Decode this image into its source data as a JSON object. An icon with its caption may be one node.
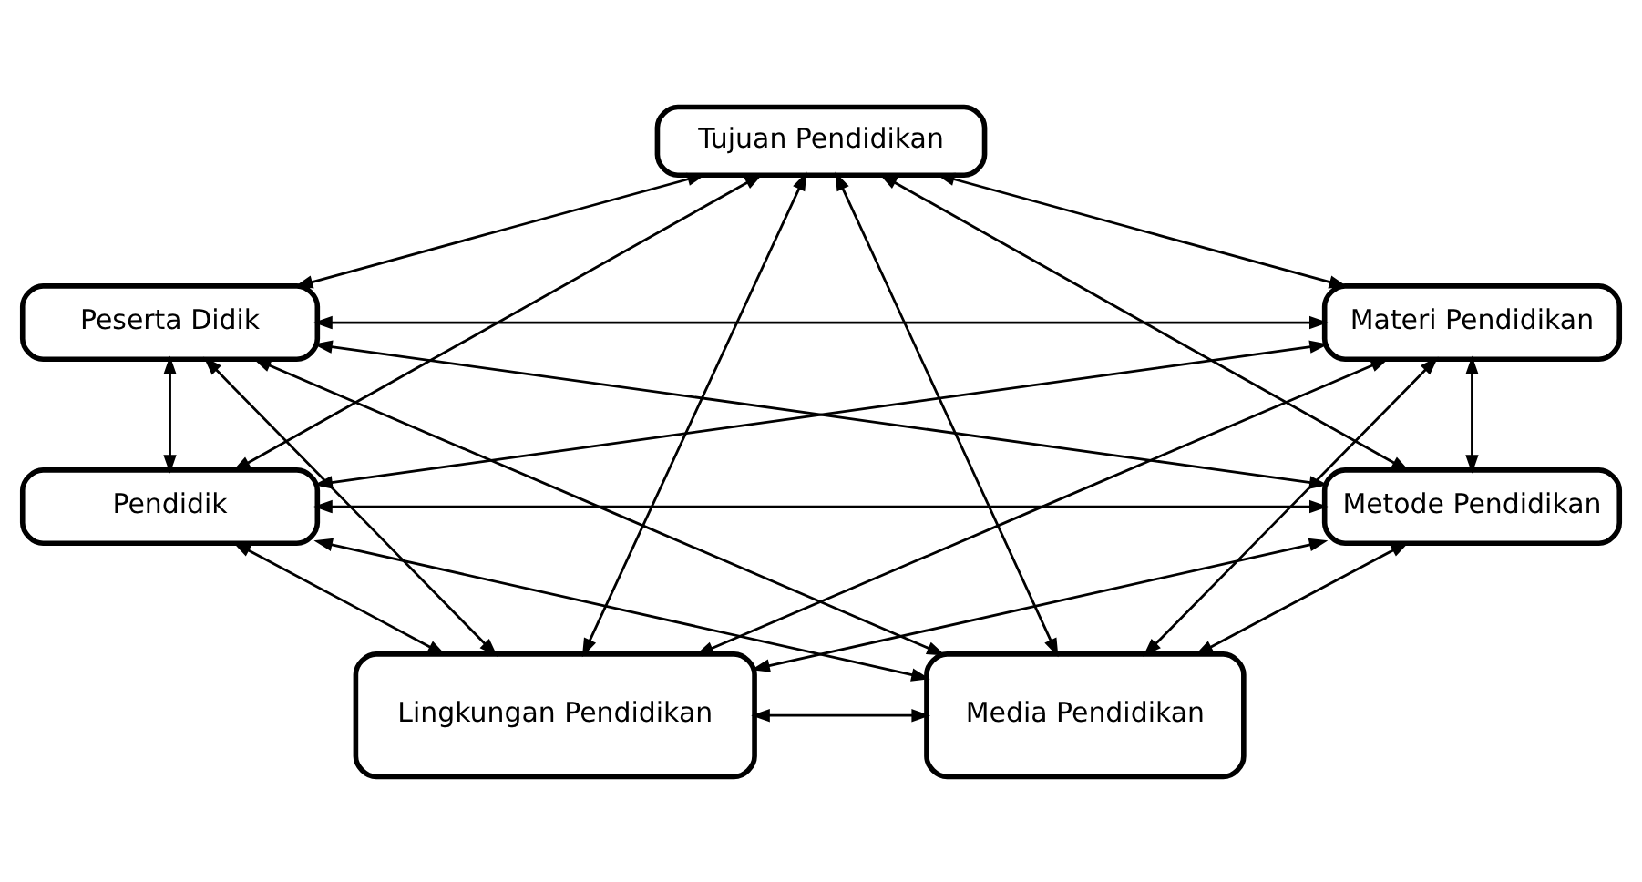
{
  "diagram": {
    "nodes": [
      {
        "text": [
          "Tujuan Pendidikan"
        ]
      },
      {
        "text": [
          "Peserta Didik"
        ]
      },
      {
        "text": [
          "Materi Pendidikan"
        ]
      },
      {
        "text": [
          "Pendidik"
        ]
      },
      {
        "text": [
          "Metode Pendidikan"
        ]
      },
      {
        "text": [
          "Lingkungan Pendidikan"
        ]
      },
      {
        "text": [
          "Media Pendidikan"
        ]
      }
    ],
    "edges": [
      {
        "from": 0,
        "to": 1,
        "arrow": "both"
      },
      {
        "from": 0,
        "to": 2,
        "arrow": "both"
      },
      {
        "from": 1,
        "to": 3,
        "arrow": "both"
      },
      {
        "from": 2,
        "to": 4,
        "arrow": "both"
      },
      {
        "from": 3,
        "to": 5,
        "arrow": "both"
      },
      {
        "from": 4,
        "to": 6,
        "arrow": "both"
      },
      {
        "from": 5,
        "to": 6,
        "arrow": "both"
      },
      {
        "from": 1,
        "to": 2,
        "arrow": "both"
      },
      {
        "from": 0,
        "to": 3,
        "arrow": "both"
      },
      {
        "from": 0,
        "to": 4,
        "arrow": "both"
      },
      {
        "from": 0,
        "to": 5,
        "arrow": "both"
      },
      {
        "from": 0,
        "to": 6,
        "arrow": "both"
      },
      {
        "from": 1,
        "to": 4,
        "arrow": "both"
      },
      {
        "from": 1,
        "to": 5,
        "arrow": "both"
      },
      {
        "from": 1,
        "to": 6,
        "arrow": "both"
      },
      {
        "from": 2,
        "to": 3,
        "arrow": "both"
      },
      {
        "from": 2,
        "to": 5,
        "arrow": "both"
      },
      {
        "from": 2,
        "to": 6,
        "arrow": "both"
      },
      {
        "from": 3,
        "to": 4,
        "arrow": "both"
      },
      {
        "from": 3,
        "to": 6,
        "arrow": "both"
      },
      {
        "from": 4,
        "to": 5,
        "arrow": "both"
      }
    ]
  }
}
